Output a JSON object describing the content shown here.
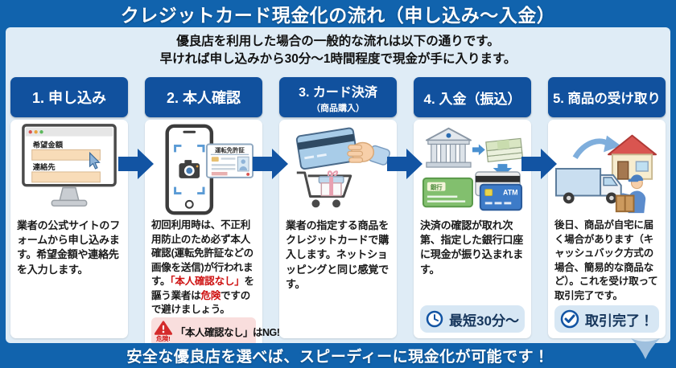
{
  "colors": {
    "frame_blue": "#1163AD",
    "step_header_navy": "#11519E",
    "arrow_navy": "#1254A3",
    "panel_light_blue": "#DFECF6",
    "card_white": "#FFFFFF",
    "warning_red": "#CE1212",
    "warning_bg": "#F9DEDD",
    "badge_bg": "#D7E7F4",
    "text_dark": "#1A1A1A"
  },
  "header": {
    "title": "クレジットカード現金化の流れ（申し込み〜入金）"
  },
  "intro": {
    "line1": "優良店を利用した場合の一般的な流れは以下の通りです。",
    "line2": "早ければ申し込みから30分〜1時間程度で現金が手に入ります。"
  },
  "steps": [
    {
      "label": "1. 申し込み",
      "desc": "業者の公式サイトのフォームから申し込みます。希望金額や連絡先を入力します。",
      "form_field1": "希望金額",
      "form_field2": "連絡先"
    },
    {
      "label": "2. 本人確認",
      "desc_part1": "初回利用時は、不正利用防止のため必ず本人確認(運転免許証などの画像を送信)が行われます。",
      "desc_red1": "「本人確認なし」",
      "desc_part2": "を謳う業者は",
      "desc_red2": "危険",
      "desc_part3": "ですので避けましょう。",
      "warning_label": "危険!",
      "warning_text": "「本人確認なし」はNG!",
      "license_title": "運転免許証"
    },
    {
      "label": "3. カード決済",
      "sublabel": "（商品購入）",
      "desc": "業者の指定する商品をクレジットカードで購入します。ネットショッピングと同じ感覚です。"
    },
    {
      "label": "4. 入金（振込）",
      "desc": "決済の確認が取れ次第、指定した銀行口座に現金が振り込まれます。",
      "badge": "最短30分〜",
      "bankbook_label": "銀行",
      "card_label": "ATM"
    },
    {
      "label": "5. 商品の受け取り",
      "desc": "後日、商品が自宅に届く場合があります（キャッシュバック方式の場合、簡易的な商品など）。これを受け取って取引完了です。",
      "badge": "取引完了！"
    }
  ],
  "footer": {
    "message": "安全な優良店を選べば、スピーディーに現金化が可能です！"
  },
  "icons": {
    "flow-arrow-icon": "right block arrow",
    "clock-icon": "clock face",
    "check-circle-icon": "checkmark in circle",
    "warning-triangle-icon": "red triangle with exclamation",
    "cursor-icon": "mouse pointer",
    "camera-icon": "camera in viewfinder",
    "down-arrow-icon": "curved down arrow"
  }
}
